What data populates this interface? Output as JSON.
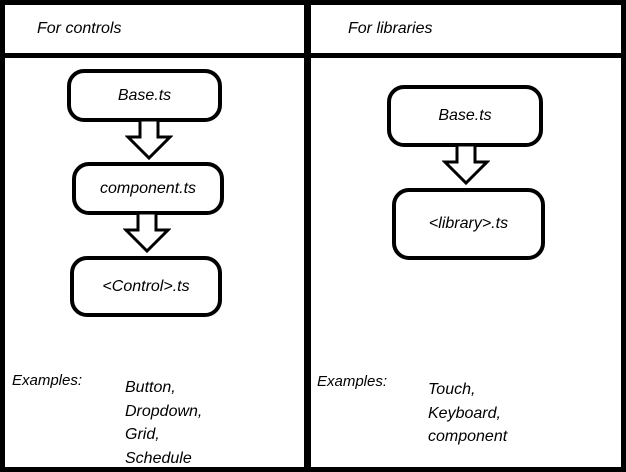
{
  "diagram": {
    "panels": [
      {
        "header": "For controls",
        "flow": [
          "Base.ts",
          "component.ts",
          "<Control>.ts"
        ],
        "examples_label": "Examples:",
        "examples": [
          "Button,",
          "Dropdown,",
          "Grid,",
          "Schedule"
        ]
      },
      {
        "header": "For libraries",
        "flow": [
          "Base.ts",
          "<library>.ts"
        ],
        "examples_label": "Examples:",
        "examples": [
          "Touch,",
          "Keyboard,",
          "component"
        ]
      }
    ],
    "colors": {
      "line": "#000000",
      "fill": "#ffffff",
      "text": "#000000"
    }
  }
}
